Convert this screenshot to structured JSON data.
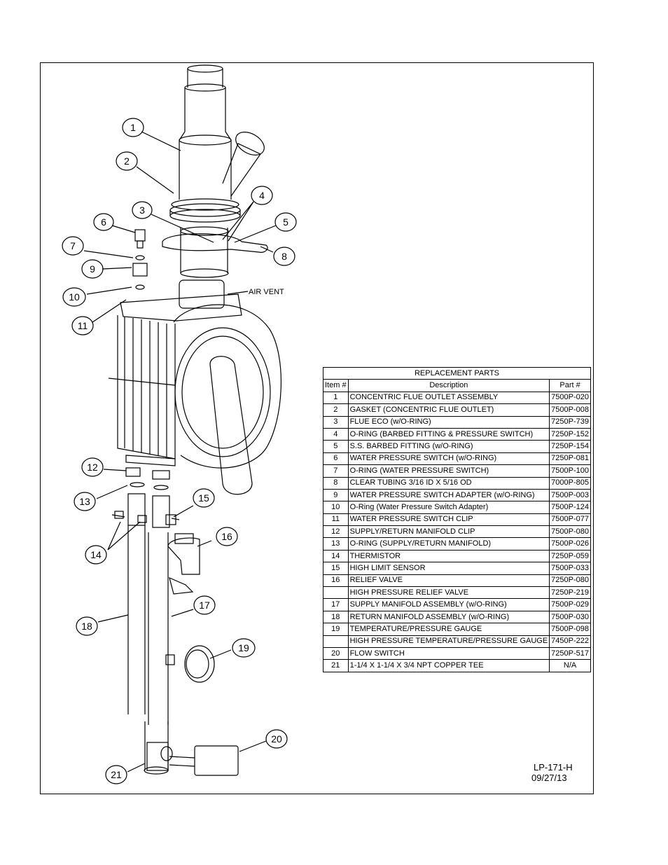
{
  "table": {
    "title": "REPLACEMENT PARTS",
    "headers": {
      "item": "Item #",
      "description": "Description",
      "part": "Part #"
    },
    "rows": [
      {
        "item": "1",
        "description": "CONCENTRIC FLUE OUTLET ASSEMBLY",
        "part": "7500P-020"
      },
      {
        "item": "2",
        "description": "GASKET (CONCENTRIC FLUE OUTLET)",
        "part": "7500P-008"
      },
      {
        "item": "3",
        "description": "FLUE ECO (w/O-RING)",
        "part": "7250P-739"
      },
      {
        "item": "4",
        "description": "O-RING (BARBED FITTING & PRESSURE SWITCH)",
        "part": "7250P-152"
      },
      {
        "item": "5",
        "description": "S.S. BARBED FITTING (w/O-RING)",
        "part": "7250P-154"
      },
      {
        "item": "6",
        "description": "WATER PRESSURE SWITCH (w/O-RING)",
        "part": "7250P-081"
      },
      {
        "item": "7",
        "description": "O-RING (WATER PRESSURE SWITCH)",
        "part": "7500P-100"
      },
      {
        "item": "8",
        "description": "CLEAR TUBING 3/16 ID X 5/16 OD",
        "part": "7000P-805"
      },
      {
        "item": "9",
        "description": "WATER PRESSURE SWITCH ADAPTER (w/O-RING)",
        "part": "7500P-003"
      },
      {
        "item": "10",
        "description": "O-Ring (Water Pressure Switch Adapter)",
        "part": "7500P-124"
      },
      {
        "item": "11",
        "description": "WATER PRESSURE SWITCH CLIP",
        "part": "7500P-077"
      },
      {
        "item": "12",
        "description": "SUPPLY/RETURN MANIFOLD CLIP",
        "part": "7500P-080"
      },
      {
        "item": "13",
        "description": "O-RING (SUPPLY/RETURN MANIFOLD)",
        "part": "7500P-026"
      },
      {
        "item": "14",
        "description": "THERMISTOR",
        "part": "7250P-059"
      },
      {
        "item": "15",
        "description": "HIGH LIMIT SENSOR",
        "part": "7500P-033"
      },
      {
        "item": "16",
        "description": "RELIEF VALVE",
        "part": "7250P-080"
      },
      {
        "item": "",
        "description": "HIGH PRESSURE RELIEF VALVE",
        "part": "7250P-219"
      },
      {
        "item": "17",
        "description": "SUPPLY MANIFOLD ASSEMBLY (w/O-RING)",
        "part": "7500P-029"
      },
      {
        "item": "18",
        "description": "RETURN MANIFOLD ASSEMBLY (w/O-RING)",
        "part": "7500P-030"
      },
      {
        "item": "19",
        "description": "TEMPERATURE/PRESSURE GAUGE",
        "part": "7500P-098"
      },
      {
        "item": "",
        "description": "HIGH PRESSURE TEMPERATURE/PRESSURE GAUGE",
        "part": "7450P-222"
      },
      {
        "item": "20",
        "description": "FLOW SWITCH",
        "part": "7250P-517"
      },
      {
        "item": "21",
        "description": "1-1/4 X 1-1/4 X 3/4 NPT COPPER TEE",
        "part": "N/A"
      }
    ]
  },
  "callouts": [
    "1",
    "2",
    "3",
    "4",
    "5",
    "6",
    "7",
    "8",
    "9",
    "10",
    "11",
    "12",
    "13",
    "14",
    "15",
    "16",
    "17",
    "18",
    "19",
    "20",
    "21"
  ],
  "air_vent_label": "AIR VENT",
  "drawing_id": "LP-171-H",
  "drawing_date": "09/27/13"
}
